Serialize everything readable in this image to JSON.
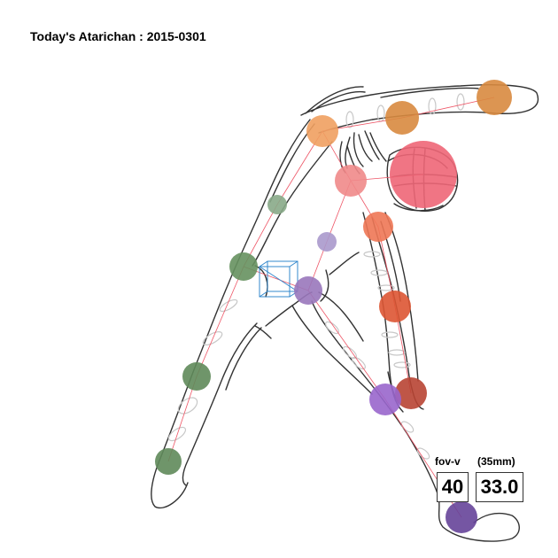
{
  "header": {
    "title": "Today's Atarichan : 2015-0301"
  },
  "camera": {
    "fov_label": "fov-v",
    "lens_label": "(35mm)",
    "fov_value": "40",
    "focal_value": "33.0"
  },
  "colors": {
    "stroke": "#333333",
    "bone": "#ee5566",
    "ring": "#c8c8c8",
    "gizmo": "#3388cc"
  },
  "joints": [
    {
      "name": "right-hand-joint",
      "color": "#d88a3f"
    },
    {
      "name": "right-forearm-joint",
      "color": "#d88a3f"
    },
    {
      "name": "right-shoulder-joint",
      "color": "#f0a060"
    },
    {
      "name": "neck-joint",
      "color": "#f08a8a"
    },
    {
      "name": "head-joint",
      "color": "#ee6677"
    },
    {
      "name": "left-shoulder-joint",
      "color": "#ee7755"
    },
    {
      "name": "left-elbow-joint",
      "color": "#dd5533"
    },
    {
      "name": "left-hand-joint",
      "color": "#b84433"
    },
    {
      "name": "spine-upper-joint",
      "color": "#88aa88"
    },
    {
      "name": "spine-mid-joint",
      "color": "#aa99cc"
    },
    {
      "name": "hip-right-joint",
      "color": "#66915f"
    },
    {
      "name": "hip-left-joint",
      "color": "#9977bb"
    },
    {
      "name": "right-knee-joint",
      "color": "#5f8a5a"
    },
    {
      "name": "right-foot-joint",
      "color": "#5f8a5a"
    },
    {
      "name": "left-knee-joint",
      "color": "#9966cc"
    },
    {
      "name": "left-foot-joint",
      "color": "#664499"
    }
  ]
}
